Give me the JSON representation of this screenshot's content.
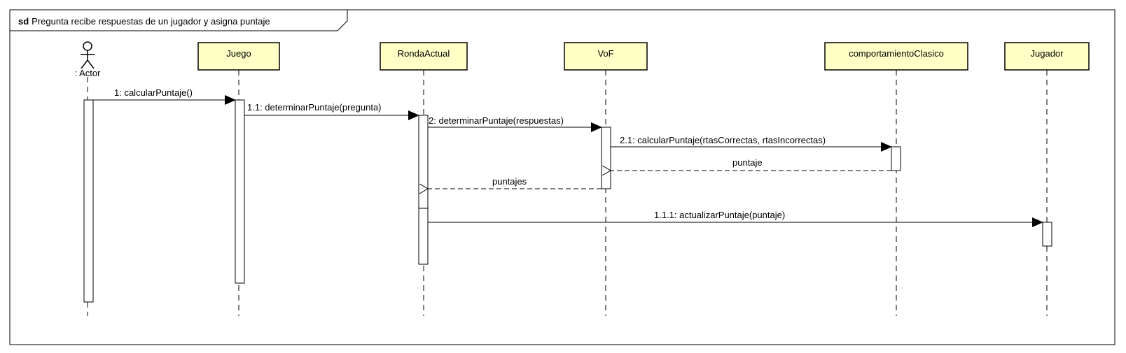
{
  "frame": {
    "keyword": "sd",
    "title": "Pregunta recibe respuestas de un jugador y asigna puntaje"
  },
  "actor": {
    "label": ": Actor"
  },
  "participants": [
    {
      "name": "Juego"
    },
    {
      "name": "RondaActual"
    },
    {
      "name": "VoF"
    },
    {
      "name": "comportamientoClasico"
    },
    {
      "name": "Jugador"
    }
  ],
  "messages": [
    {
      "label": "1: calcularPuntaje()",
      "kind": "sync"
    },
    {
      "label": "1.1: determinarPuntaje(pregunta)",
      "kind": "sync"
    },
    {
      "label": "2: determinarPuntaje(respuestas)",
      "kind": "sync"
    },
    {
      "label": "2.1: calcularPuntaje(rtasCorrectas, rtasIncorrectas)",
      "kind": "sync"
    },
    {
      "label": "puntaje",
      "kind": "return"
    },
    {
      "label": "puntajes",
      "kind": "return"
    },
    {
      "label": "1.1.1: actualizarPuntaje(puntaje)",
      "kind": "sync"
    }
  ]
}
